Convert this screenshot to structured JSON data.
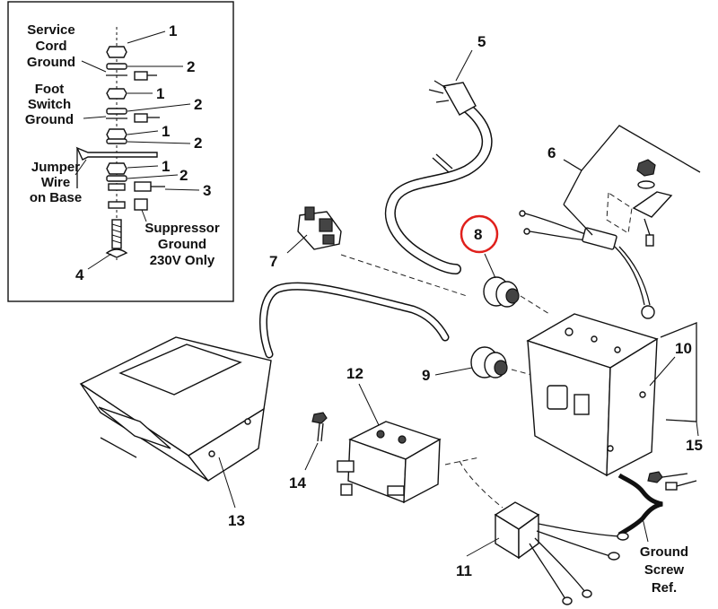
{
  "inset": {
    "service_cord_ground": [
      "Service",
      "Cord",
      "Ground"
    ],
    "foot_switch_ground": [
      "Foot",
      "Switch",
      "Ground"
    ],
    "jumper_wire": [
      "Jumper",
      "Wire",
      "on Base"
    ],
    "suppressor_ground": [
      "Suppressor",
      "Ground",
      "230V Only"
    ],
    "callouts": [
      "1",
      "2",
      "1",
      "2",
      "1",
      "2",
      "1",
      "2",
      "3",
      "4"
    ]
  },
  "callouts": {
    "c5": "5",
    "c6": "6",
    "c7": "7",
    "c8": "8",
    "c9": "9",
    "c10": "10",
    "c11": "11",
    "c12": "12",
    "c13": "13",
    "c14": "14",
    "c15": "15"
  },
  "ground_screw_ref": [
    "Ground",
    "Screw",
    "Ref."
  ],
  "highlight": {
    "part": "8",
    "color": "#e0201c"
  }
}
